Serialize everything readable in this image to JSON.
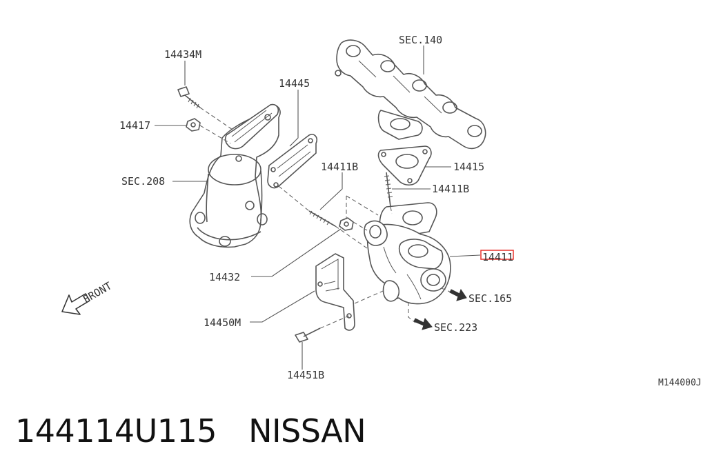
{
  "diagram": {
    "callouts": {
      "c14434M": "14434M",
      "c14445": "14445",
      "cSEC140": "SEC.140",
      "c14417": "14417",
      "c14411B_left": "14411B",
      "c14415": "14415",
      "cSEC208": "SEC.208",
      "c14411B_right": "14411B",
      "c14411": "14411",
      "c14432": "14432",
      "cSEC165": "SEC.165",
      "c14450M": "14450M",
      "cSEC223": "SEC.223",
      "c14451B": "14451B"
    },
    "front_label": "FRONT",
    "figure_ref": "M144000J",
    "highlight_color": "#e8322c"
  },
  "caption": {
    "part_number": "144114U115",
    "brand": "NISSAN"
  }
}
